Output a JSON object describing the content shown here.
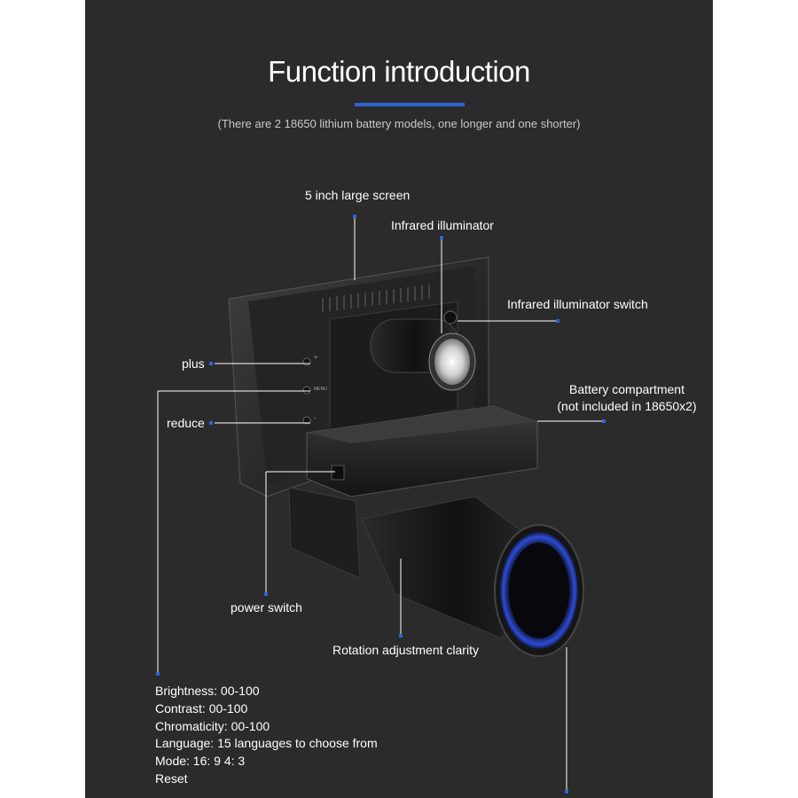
{
  "title": "Function introduction",
  "subtitle": "(There are 2 18650 lithium battery models, one longer and one shorter)",
  "labels": {
    "screen": "5 inch large screen",
    "ir_illuminator": "Infrared illuminator",
    "ir_switch": "Infrared illuminator switch",
    "plus": "plus",
    "reduce": "reduce",
    "battery_line1": "Battery compartment",
    "battery_line2": "(not included in 18650x2)",
    "power_switch": "power switch",
    "rotation": "Rotation adjustment clarity"
  },
  "specs": [
    "Brightness: 00-100",
    "Contrast: 00-100",
    "Chromaticity: 00-100",
    "Language: 15 languages to choose from",
    "Mode: 16: 9 4: 3",
    "Reset"
  ],
  "device_markings": {
    "menu_label": "MENU",
    "plus_mark": "+",
    "minus_mark": "-"
  },
  "colors": {
    "background": "#2b2b2b",
    "accent": "#2f63d8",
    "text": "#ffffff",
    "subtext": "#c9c9c9"
  }
}
